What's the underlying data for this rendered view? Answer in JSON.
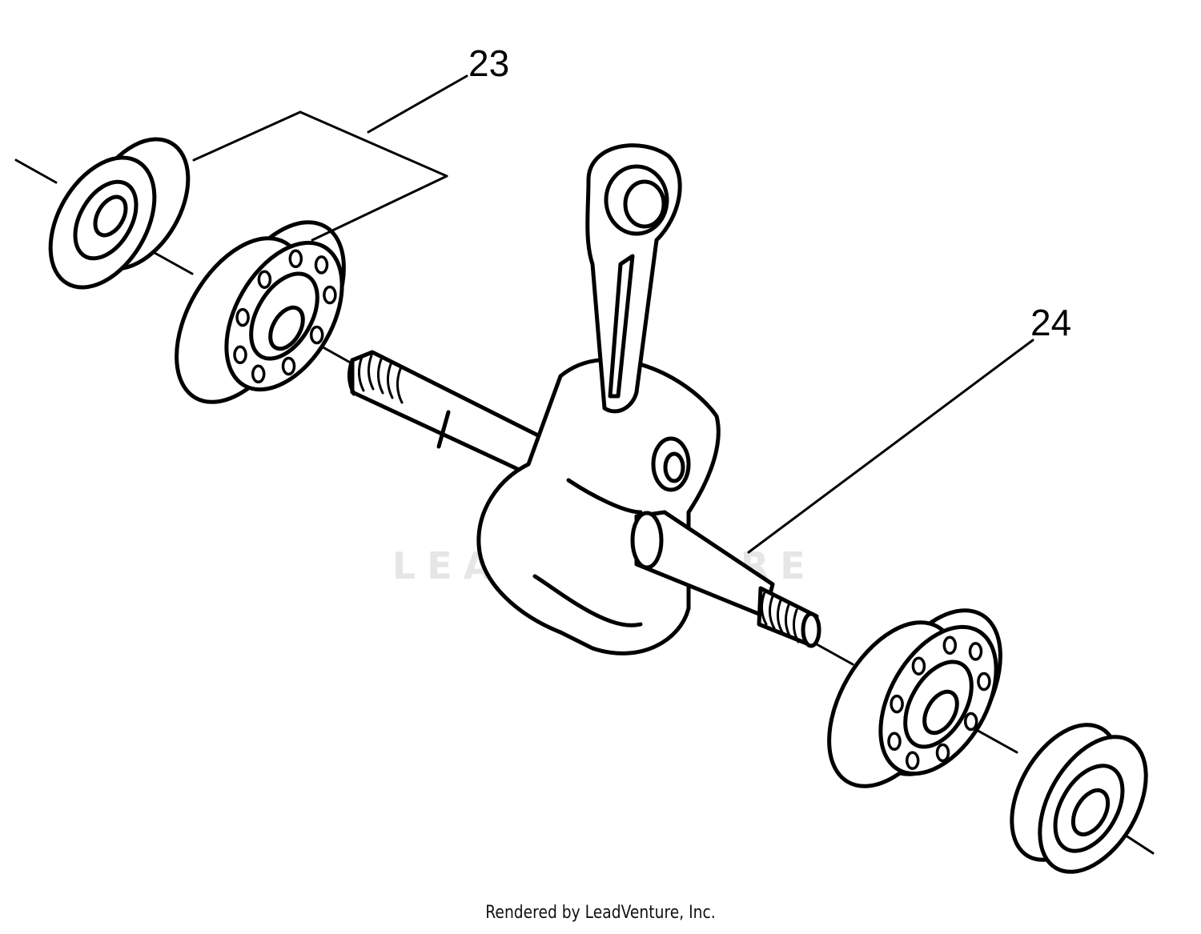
{
  "callouts": {
    "crank_bearing_set": "23",
    "crankshaft": "24"
  },
  "watermark": "LEADVENTURE",
  "footer": "Rendered by LeadVenture, Inc."
}
